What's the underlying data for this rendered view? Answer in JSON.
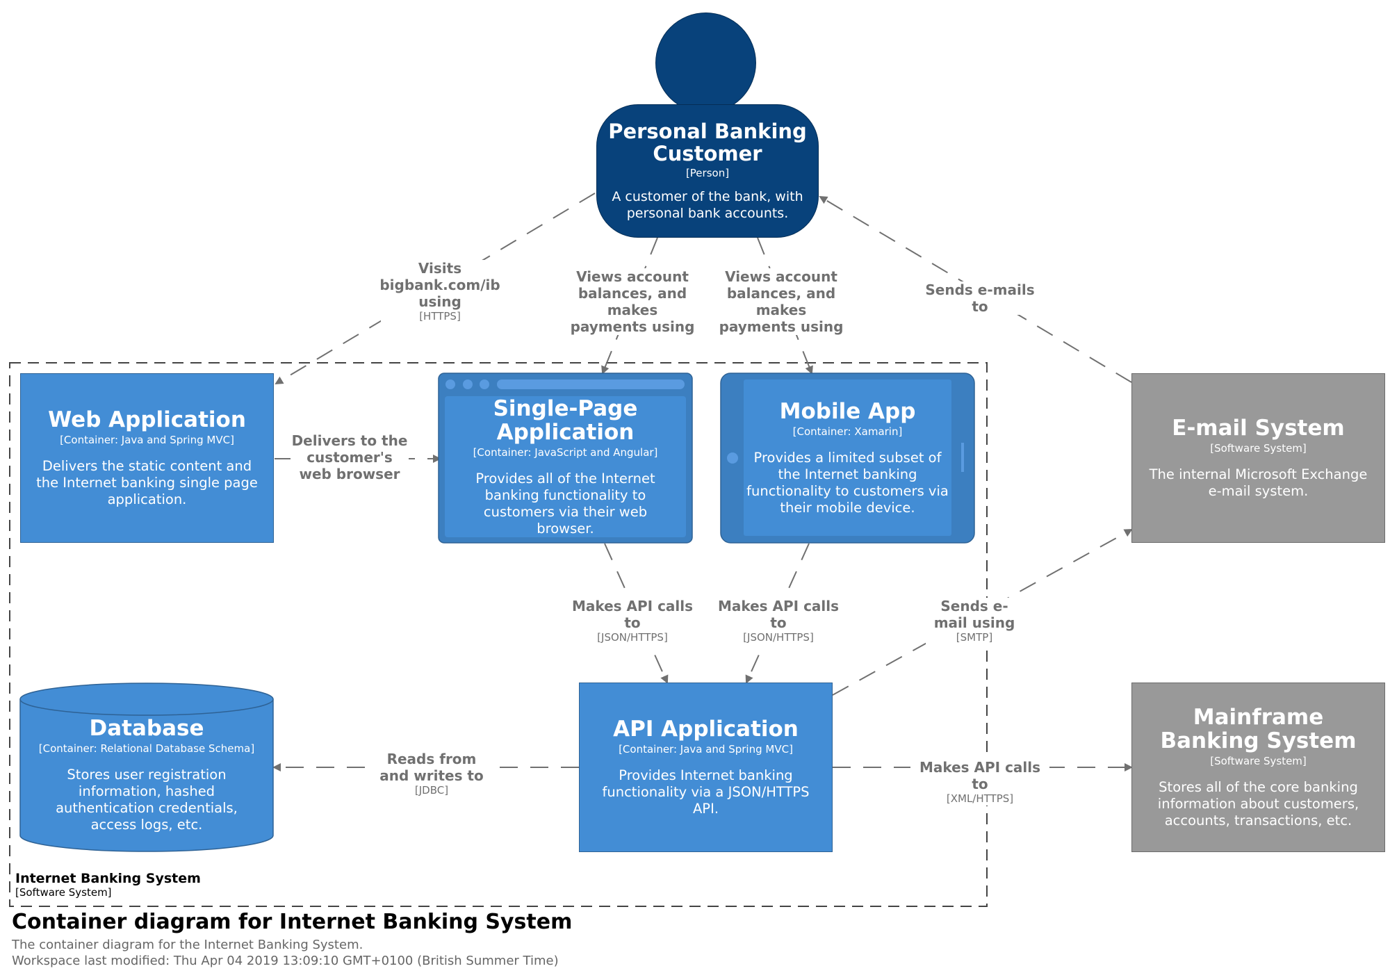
{
  "colors": {
    "person": "#08427b",
    "container": "#438dd5",
    "external": "#999999",
    "arrow": "#707070"
  },
  "person": {
    "name": "Personal Banking Customer",
    "type": "[Person]",
    "desc": "A customer of the bank, with personal bank accounts."
  },
  "containers": {
    "web": {
      "name": "Web Application",
      "type": "[Container: Java and Spring MVC]",
      "desc": "Delivers the static content and the Internet banking single page application."
    },
    "spa": {
      "name": "Single-Page Application",
      "type": "[Container: JavaScript and Angular]",
      "desc": "Provides all of the Internet banking functionality to customers via their web browser."
    },
    "mobile": {
      "name": "Mobile App",
      "type": "[Container: Xamarin]",
      "desc": "Provides a limited subset of the Internet banking functionality to customers via their mobile device."
    },
    "db": {
      "name": "Database",
      "type": "[Container: Relational Database Schema]",
      "desc": "Stores user registration information, hashed authentication credentials, access logs, etc."
    },
    "api": {
      "name": "API Application",
      "type": "[Container: Java and Spring MVC]",
      "desc": "Provides Internet banking functionality via a JSON/HTTPS API."
    }
  },
  "externals": {
    "email": {
      "name": "E-mail System",
      "type": "[Software System]",
      "desc": "The internal Microsoft Exchange e-mail system."
    },
    "mainframe": {
      "name": "Mainframe Banking System",
      "type": "[Software System]",
      "desc": "Stores all of the core banking information about customers, accounts, transactions, etc."
    }
  },
  "boundary": {
    "name": "Internet Banking System",
    "type": "[Software System]"
  },
  "relations": {
    "visits": {
      "text": "Visits bigbank.com/ib using",
      "tech": "[HTTPS]"
    },
    "views_spa": {
      "text": "Views account balances, and makes payments using",
      "tech": ""
    },
    "views_mobile": {
      "text": "Views account balances, and makes payments using",
      "tech": ""
    },
    "sends_emails": {
      "text": "Sends e-mails to",
      "tech": ""
    },
    "delivers": {
      "text": "Delivers to the customer's web browser",
      "tech": ""
    },
    "spa_api": {
      "text": "Makes API calls to",
      "tech": "[JSON/HTTPS]"
    },
    "mobile_api": {
      "text": "Makes API calls to",
      "tech": "[JSON/HTTPS]"
    },
    "send_email": {
      "text": "Sends e-mail using",
      "tech": "[SMTP]"
    },
    "reads": {
      "text": "Reads from and writes to",
      "tech": "[JDBC]"
    },
    "mainframe_calls": {
      "text": "Makes API calls to",
      "tech": "[XML/HTTPS]"
    }
  },
  "footer": {
    "title": "Container diagram for Internet Banking System",
    "description": "The container diagram for the Internet Banking System.",
    "modified": "Workspace last modified: Thu Apr 04 2019 13:09:10 GMT+0100 (British Summer Time)"
  }
}
